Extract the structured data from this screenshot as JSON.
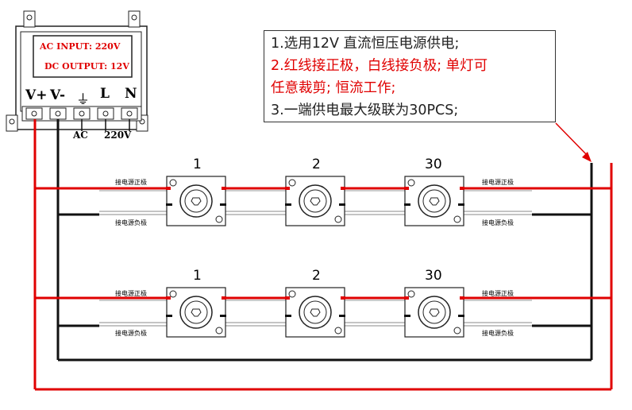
{
  "psu": {
    "ac_input": "AC INPUT:  220V",
    "dc_output": "DC OUTPUT: 12V",
    "terminals": [
      "V+",
      "V-",
      "⏚",
      "L",
      "N"
    ],
    "ac_label": "AC",
    "v220_label": "220V"
  },
  "note": {
    "line1": "1.选用12V 直流恒压电源供电;",
    "line2": "2.红线接正极，白线接负极; 单灯可",
    "line3": "任意裁剪; 恒流工作;",
    "line4": "3.一端供电最大级联为30PCS;"
  },
  "rows": [
    {
      "labels": [
        "1",
        "2",
        "30"
      ],
      "pos_label": "接电源正极",
      "neg_label": "接电源负极"
    },
    {
      "labels": [
        "1",
        "2",
        "30"
      ],
      "pos_label": "接电源正极",
      "neg_label": "接电源负极"
    }
  ],
  "colors": {
    "red_wire": "#e00000",
    "black_wire": "#111111"
  }
}
